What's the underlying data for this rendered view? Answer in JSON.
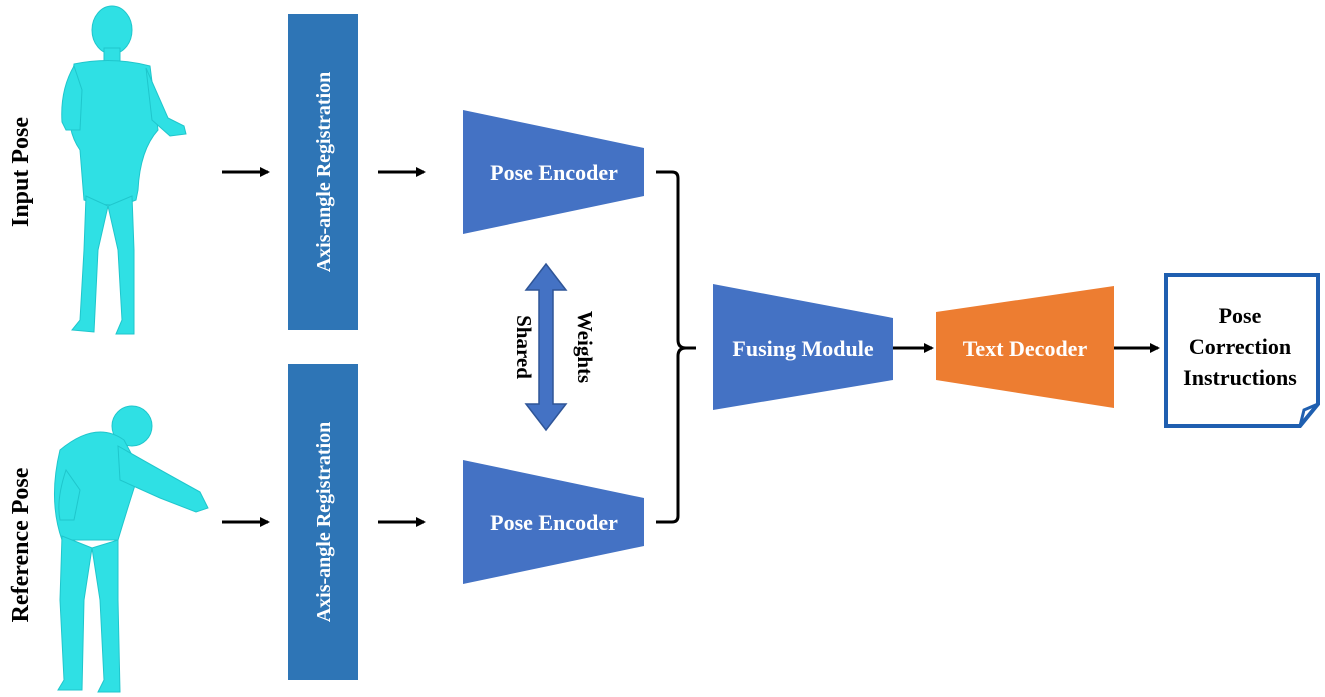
{
  "row_labels": {
    "input": "Input Pose",
    "reference": "Reference Pose"
  },
  "registration": {
    "top_label": "Axis-angle Registration",
    "bottom_label": "Axis-angle Registration"
  },
  "encoders": {
    "top_label": "Pose Encoder",
    "bottom_label": "Pose Encoder"
  },
  "shared_weights": {
    "line1": "Shared",
    "line2": "Weights"
  },
  "fusing_module": {
    "label": "Fusing Module"
  },
  "text_decoder": {
    "label": "Text Decoder"
  },
  "output": {
    "line1": "Pose",
    "line2": "Correction",
    "line3": "Instructions"
  },
  "colors": {
    "figure_cyan": "#2fe0e4",
    "registration_blue": "#2e75b6",
    "module_blue": "#4472c4",
    "decoder_orange": "#ed7d31",
    "document_border": "#1f5fb0",
    "arrow": "#000000"
  },
  "icons": {
    "input_figure": "human-mesh-standing",
    "reference_figure": "human-mesh-leaning"
  }
}
